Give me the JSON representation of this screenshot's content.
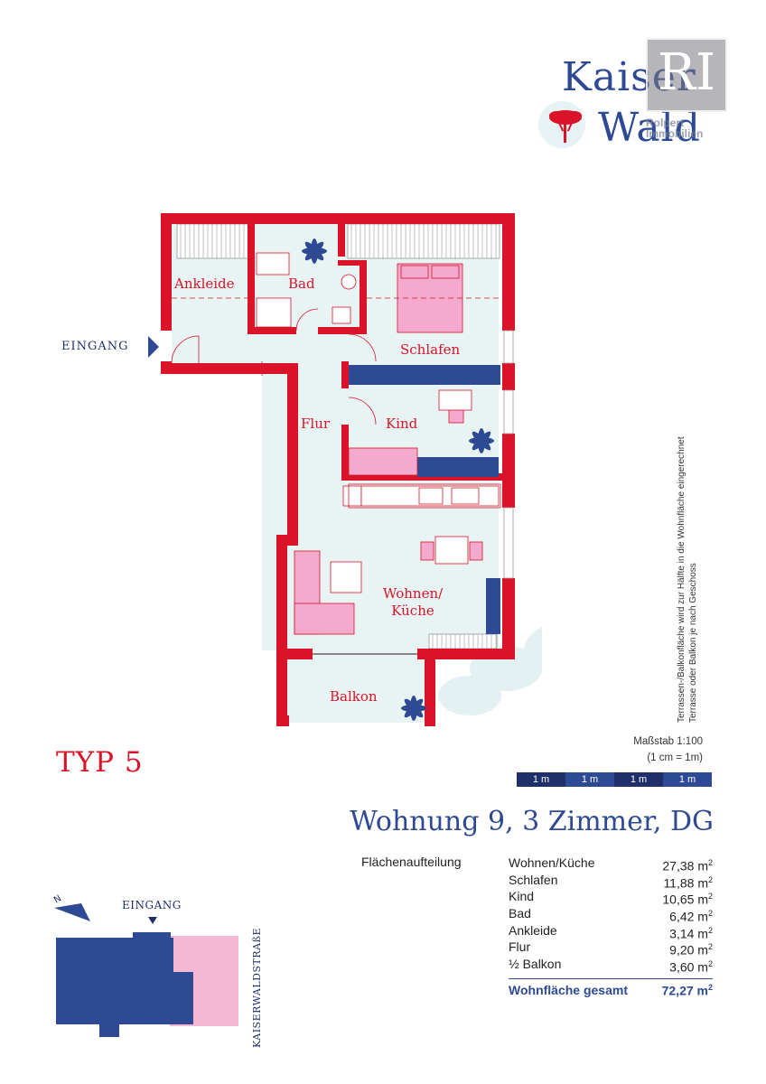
{
  "brand": {
    "line1": "Kaiser",
    "line2": "Wald",
    "watermark_letters": "RI",
    "watermark_caption": "Rolpert Immobilien"
  },
  "plan": {
    "entrance_label": "EINGANG",
    "rooms": {
      "ankleide": "Ankleide",
      "bad": "Bad",
      "schlafen": "Schlafen",
      "flur": "Flur",
      "kind": "Kind",
      "wohnen_line1": "Wohnen/",
      "wohnen_line2": "Küche",
      "balkon": "Balkon"
    },
    "colors": {
      "wall": "#d91429",
      "floor": "#e8f3f4",
      "furniture": "#f4a9cf",
      "dark_blue": "#2e4a94"
    }
  },
  "side_note": {
    "line1": "Terrassen-/Balkonfläche wird zur Hälfte in die Wohnfläche eingerechnet",
    "line2": "Terrasse oder Balkon je nach Geschoss"
  },
  "scale": {
    "label": "Maßstab 1:100",
    "note": "(1 cm = 1m)",
    "segments": [
      "1 m",
      "1 m",
      "1 m",
      "1 m"
    ]
  },
  "type_label": "TYP 5",
  "unit_title": "Wohnung 9, 3 Zimmer, DG",
  "areas": {
    "heading": "Flächenaufteilung",
    "rows": [
      {
        "name": "Wohnen/Küche",
        "value": "27,38 m"
      },
      {
        "name": "Schlafen",
        "value": "11,88 m"
      },
      {
        "name": "Kind",
        "value": "10,65 m"
      },
      {
        "name": "Bad",
        "value": "6,42 m"
      },
      {
        "name": "Ankleide",
        "value": "3,14 m"
      },
      {
        "name": "Flur",
        "value": "9,20 m"
      },
      {
        "name": "½ Balkon",
        "value": "3,60 m"
      }
    ],
    "unit_sup": "2",
    "total_label": "Wohnfläche gesamt",
    "total_value": "72,27 m"
  },
  "site_plan": {
    "entrance_label": "EINGANG",
    "street": "KAISERWALDSTRAßE",
    "north": "N"
  }
}
